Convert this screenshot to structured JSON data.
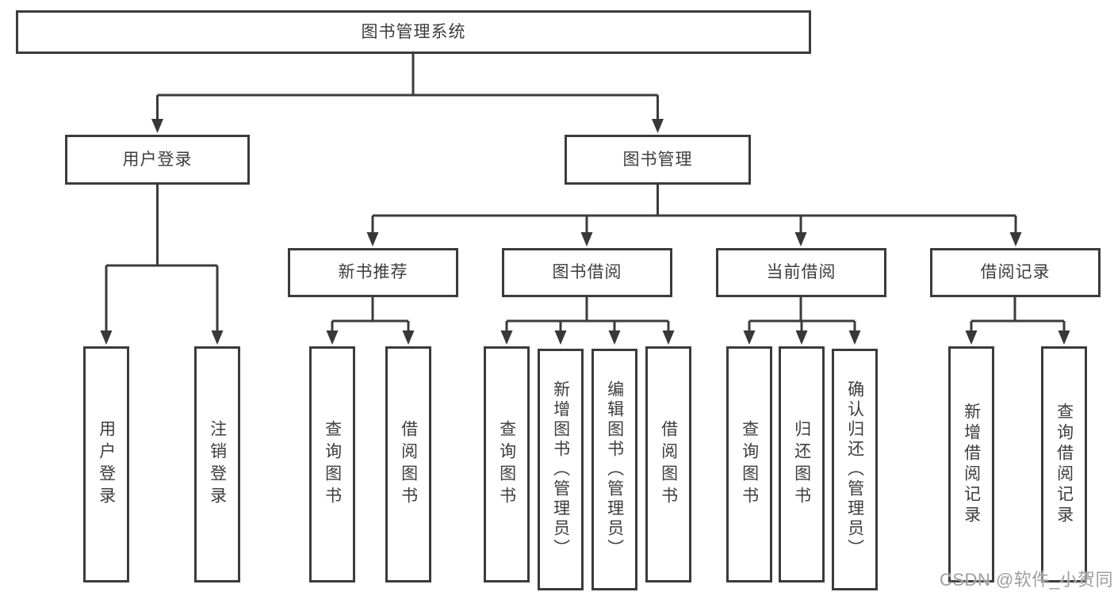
{
  "diagram": {
    "title": "图书管理系统",
    "root": {
      "label": "图书管理系统"
    },
    "level2": [
      {
        "id": "user-login",
        "label": "用户登录"
      },
      {
        "id": "book-management",
        "label": "图书管理"
      }
    ],
    "level3": [
      {
        "id": "new-book-recommend",
        "label": "新书推荐"
      },
      {
        "id": "book-borrow",
        "label": "图书借阅"
      },
      {
        "id": "current-borrow",
        "label": "当前借阅"
      },
      {
        "id": "borrow-records",
        "label": "借阅记录"
      }
    ],
    "leaves": {
      "login": [
        "用户登录",
        "注销登录"
      ],
      "newbook": [
        "查询图书",
        "借阅图书"
      ],
      "borrow": [
        "查询图书",
        "新增图书（管理员）",
        "编辑图书（管理员）",
        "借阅图书"
      ],
      "current": [
        "查询图书",
        "归还图书",
        "确认归还（管理员）"
      ],
      "records": [
        "新增借阅记录",
        "查询借阅记录"
      ]
    }
  },
  "watermark": {
    "text": "CSDN @软件_小贺同学"
  },
  "colors": {
    "line": "#3b3b3b",
    "box_border": "#3b3b3b",
    "text": "#3d3d3d",
    "watermark": "#9e9e9e",
    "background": "#ffffff"
  }
}
